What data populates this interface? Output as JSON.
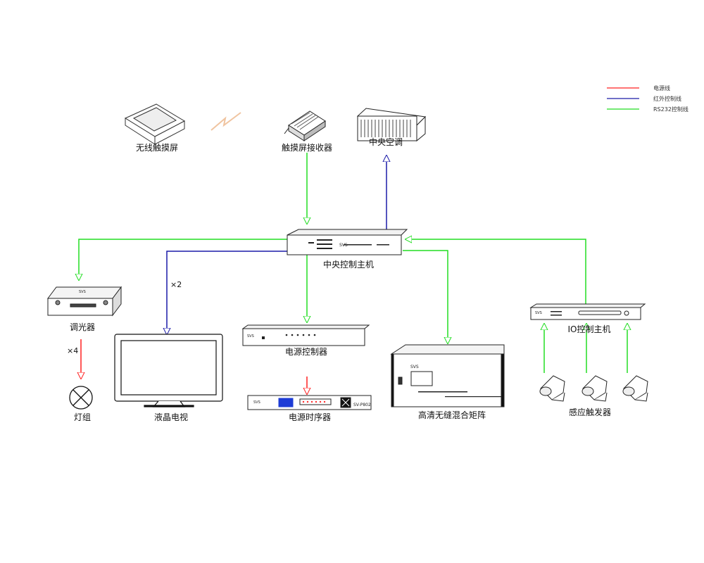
{
  "legend": [
    {
      "label": "电源线",
      "color": "#ff2020"
    },
    {
      "label": "红外控制线",
      "color": "#1a1aa8"
    },
    {
      "label": "RS232控制线",
      "color": "#22dd22"
    }
  ],
  "devices": {
    "wireless_touch": "无线触摸屏",
    "touch_receiver": "触摸屏接收器",
    "central_ac": "中央空调",
    "central_host": "中央控制主机",
    "dimmer": "调光器",
    "light_group": "灯组",
    "lcd_tv": "液晶电视",
    "power_controller": "电源控制器",
    "power_sequencer": "电源时序器",
    "hd_matrix": "高清无缝混合矩阵",
    "io_host": "IO控制主机",
    "sensor_trigger": "感应触发器"
  },
  "multipliers": {
    "tv": "×2",
    "light": "×4"
  },
  "brand": "SVS",
  "sequencer_model": "SV-P802"
}
